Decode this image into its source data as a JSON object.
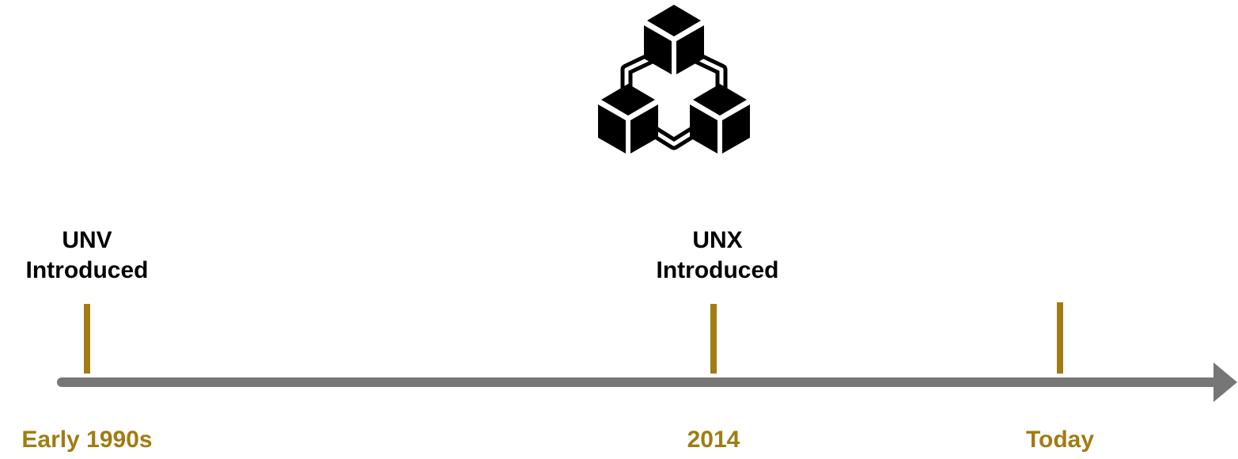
{
  "colors": {
    "axis": "#767676",
    "accent": "#a07c12",
    "text": "#000000"
  },
  "icon": "blockchain-cubes-icon",
  "milestones": [
    {
      "event_line1": "UNV",
      "event_line2": "Introduced",
      "date": "Early 1990s"
    },
    {
      "event_line1": "UNX",
      "event_line2": "Introduced",
      "date": "2014"
    },
    {
      "event_line1": "",
      "event_line2": "",
      "date": "Today"
    }
  ]
}
